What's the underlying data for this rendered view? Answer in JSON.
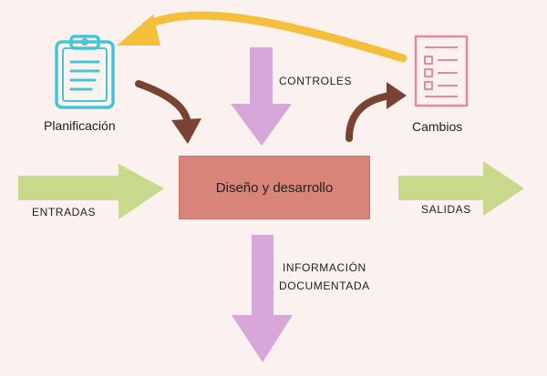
{
  "title": "Diseño y desarrollo",
  "inputs_label": "ENTRADAS",
  "outputs_label": "SALIDAS",
  "controls_label": "CONTROLES",
  "documented_info_label": [
    "INFORMACIÓN",
    "DOCUMENTADA"
  ],
  "planning_label": "Planificación",
  "changes_label": "Cambios",
  "icons": {
    "planning": "clipboard-icon",
    "changes": "checklist-document-icon"
  },
  "colors": {
    "background": "#fbf1ef",
    "process_box": "#d98478",
    "green_arrows": "#c9d98c",
    "purple_arrows": "#d6a7d8",
    "brown_arrows": "#7a4232",
    "feedback_arrow": "#f4bf3b",
    "clipboard_icon": "#45c4d6",
    "checklist_icon": "#e58aa3"
  }
}
